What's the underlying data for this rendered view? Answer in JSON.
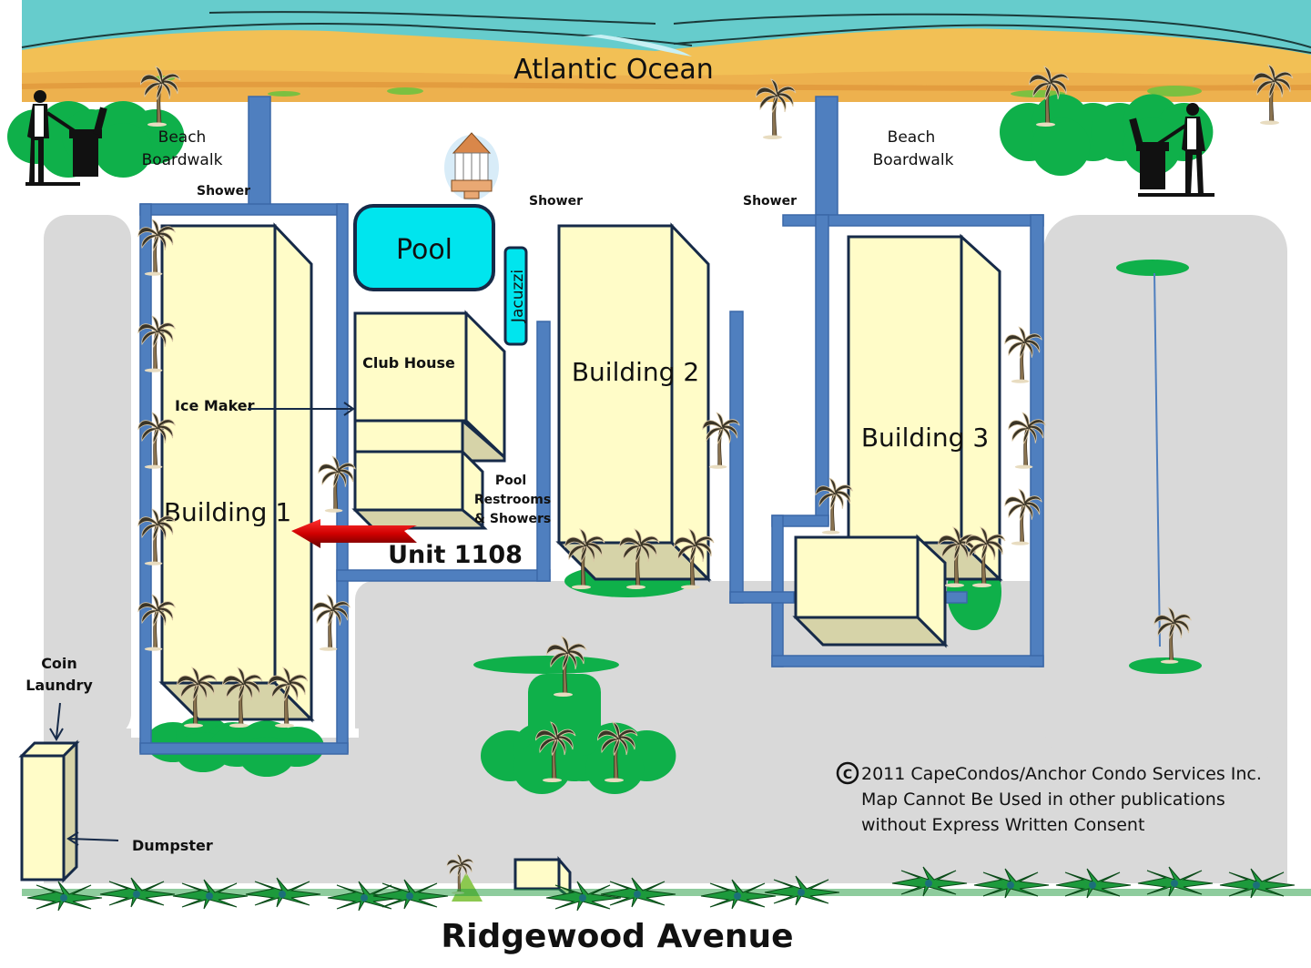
{
  "map": {
    "title_top": "Atlantic Ocean",
    "road_name": "Ridgewood Avenue",
    "buildings": [
      {
        "id": "building-1",
        "label": "Building 1"
      },
      {
        "id": "building-2",
        "label": "Building 2"
      },
      {
        "id": "building-3",
        "label": "Building 3"
      }
    ],
    "amenities": {
      "pool": "Pool",
      "jacuzzi": "Jacuzzi",
      "club_house": "Club House",
      "ice_maker": "Ice Maker",
      "pool_restrooms": [
        "Pool",
        "Restrooms",
        "& Showers"
      ],
      "coin_laundry": [
        "Coin",
        "Laundry"
      ],
      "dumpster": "Dumpster"
    },
    "boardwalks": [
      {
        "label": [
          "Beach",
          "Boardwalk"
        ]
      },
      {
        "label": [
          "Beach",
          "Boardwalk"
        ]
      }
    ],
    "showers": [
      "Shower",
      "Shower",
      "Shower"
    ],
    "highlight": {
      "label": "Unit 1108",
      "arrow_color": "#e01010"
    },
    "copyright": [
      "2011 CapeCondos/Anchor  Condo  Services Inc.",
      "Map Cannot  Be Used in other publications",
      "without Express Written Consent"
    ],
    "copyright_symbol": "©",
    "colors": {
      "ocean": "#66cccc",
      "sand": "#f2c055",
      "walkway": "#4f7fbf",
      "building": "#fffcc8",
      "pool": "#00e5ee",
      "grass": "#0fb04a",
      "parking": "#d9d9d9"
    }
  }
}
